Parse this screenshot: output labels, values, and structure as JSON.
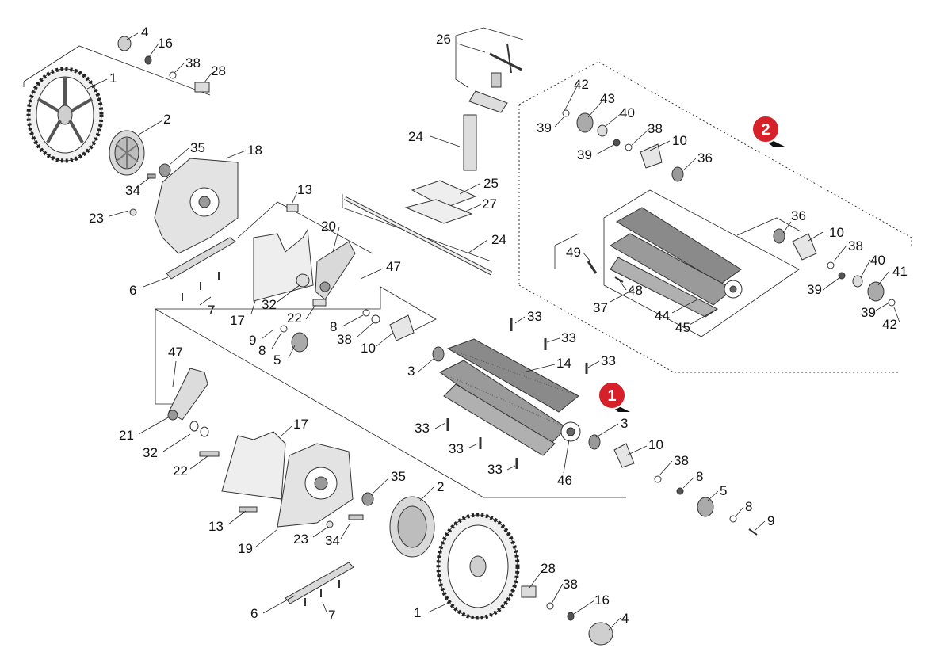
{
  "labels": {
    "l_1a": "1",
    "l_2a": "2",
    "l_4a": "4",
    "l_16a": "16",
    "l_38a": "38",
    "l_28a": "28",
    "l_35a": "35",
    "l_18": "18",
    "l_34a": "34",
    "l_23a": "23",
    "l_13a": "13",
    "l_20": "20",
    "l_47a": "47",
    "l_6a": "6",
    "l_7a": "7",
    "l_17a": "17",
    "l_32a": "32",
    "l_22a": "22",
    "l_9a": "9",
    "l_8a": "8",
    "l_8b": "8",
    "l_5a": "5",
    "l_38b": "38",
    "l_10a": "10",
    "l_26": "26",
    "l_24a": "24",
    "l_25": "25",
    "l_27": "27",
    "l_24b": "24",
    "l_33a": "33",
    "l_33b": "33",
    "l_33c": "33",
    "l_3a": "3",
    "l_14": "14",
    "l_33d": "33",
    "l_33e": "33",
    "l_33f": "33",
    "l_3b": "3",
    "l_46": "46",
    "l_10b": "10",
    "l_38c": "38",
    "l_8c": "8",
    "l_5b": "5",
    "l_8d": "8",
    "l_9b": "9",
    "l_47b": "47",
    "l_21": "21",
    "l_32b": "32",
    "l_22b": "22",
    "l_17b": "17",
    "l_13b": "13",
    "l_19": "19",
    "l_23b": "23",
    "l_34b": "34",
    "l_35b": "35",
    "l_2b": "2",
    "l_1b": "1",
    "l_28b": "28",
    "l_38d": "38",
    "l_16b": "16",
    "l_4b": "4",
    "l_6b": "6",
    "l_7b": "7",
    "l_42a": "42",
    "l_43": "43",
    "l_39a": "39",
    "l_40a": "40",
    "l_39b": "39",
    "l_38e": "38",
    "l_10c": "10",
    "l_36a": "36",
    "l_36b": "36",
    "l_10d": "10",
    "l_38f": "38",
    "l_40b": "40",
    "l_41": "41",
    "l_49": "49",
    "l_48": "48",
    "l_37": "37",
    "l_44": "44",
    "l_45": "45",
    "l_39c": "39",
    "l_39d": "39",
    "l_42b": "42"
  },
  "badges": {
    "badge1": "1",
    "badge2": "2"
  },
  "colors": {
    "badge_fill": "#d6202a",
    "badge_shadow": "#111111",
    "line": "#222222",
    "part_fill": "#e6e6e6",
    "bristle": "#7a7a7a"
  }
}
